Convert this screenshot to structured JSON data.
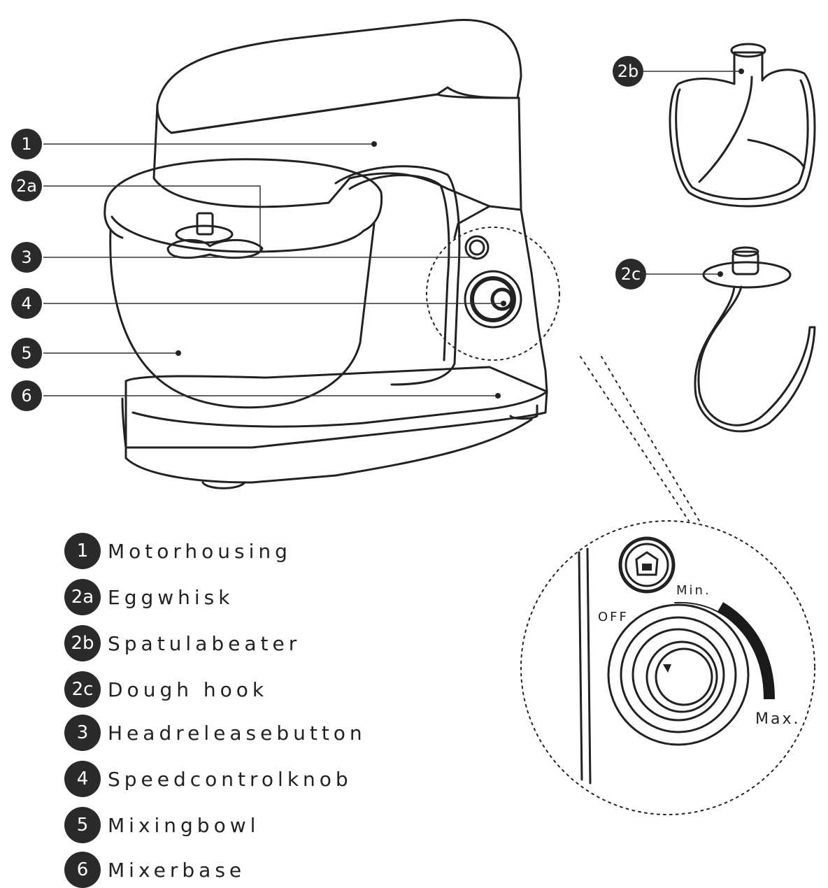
{
  "callouts": {
    "c1": "1",
    "c2a": "2a",
    "c2b": "2b",
    "c2c": "2c",
    "c3": "3",
    "c4": "4",
    "c5": "5",
    "c6": "6"
  },
  "legend": [
    {
      "num": "1",
      "label": "Motorhousing"
    },
    {
      "num": "2a",
      "label": "Eggwhisk"
    },
    {
      "num": "2b",
      "label": "Spatulabeater"
    },
    {
      "num": "2c",
      "label": "Dough hook"
    },
    {
      "num": "3",
      "label": "Headreleasebutton"
    },
    {
      "num": "4",
      "label": "Speedcontrolknob"
    },
    {
      "num": "5",
      "label": "Mixingbowl"
    },
    {
      "num": "6",
      "label": "Mixerbase"
    }
  ],
  "dial": {
    "off_label": "OFF",
    "min_label": "Min.",
    "max_label": "Max."
  },
  "icons": {
    "head_release": "mixer-head-icon"
  }
}
